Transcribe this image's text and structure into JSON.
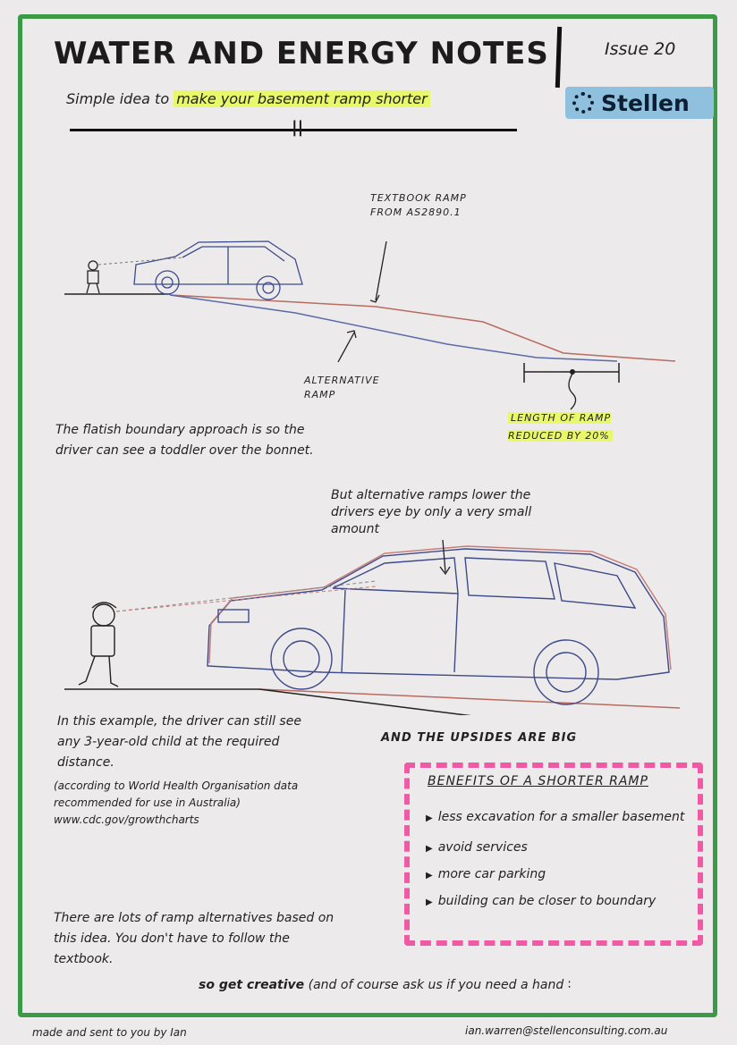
{
  "header": {
    "title": "WATER AND ENERGY NOTES",
    "issue": "Issue 20",
    "subtitle_prefix": "Simple idea to ",
    "subtitle_highlight": "make your basement ramp shorter",
    "brand": "Stellen"
  },
  "diagram1": {
    "label_textbook": "TEXTBOOK RAMP FROM AS2890.1",
    "label_alternative": "ALTERNATIVE RAMP",
    "label_length": "LENGTH OF RAMP REDUCED BY 20%"
  },
  "notes": {
    "boundary": "The flatish boundary approach is so the driver can see a toddler over the bonnet.",
    "eye": "But alternative ramps lower the drivers eye by only a very small amount",
    "example": "In this example, the driver can still see any 3-year-old child at the required distance.",
    "source": "(according to World Health Organisation data recommended for use in Australia) www.cdc.gov/growthcharts",
    "upsides": "AND THE UPSIDES ARE BIG",
    "alternatives": "There are lots of ramp alternatives based on this idea. You don't have to follow the textbook.",
    "creative_bold": "so get creative",
    "creative_rest": " (and of course ask us if you need a hand"
  },
  "benefits": {
    "title": "BENEFITS OF A SHORTER RAMP",
    "items": [
      "less excavation for a smaller basement",
      "avoid services",
      "more car parking",
      "building can be closer to boundary"
    ]
  },
  "footer": {
    "left": "made and sent to you by Ian",
    "right": "ian.warren@stellenconsulting.com.au"
  },
  "colors": {
    "frame": "#3a9a45",
    "highlight": "#e8f86a",
    "benefits_border": "#f05aa5",
    "textbook_line": "#b86b5e",
    "alternative_line": "#5a6aa8"
  }
}
